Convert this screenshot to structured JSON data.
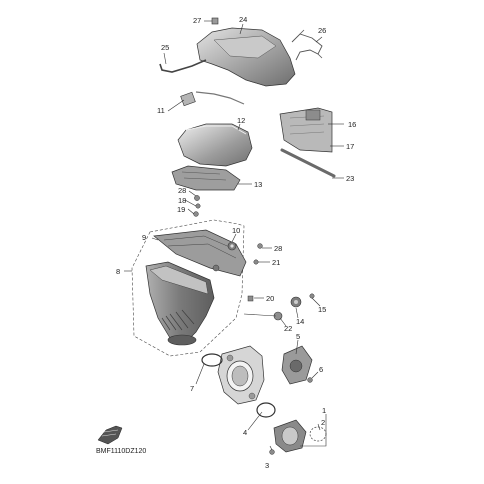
{
  "diagram": {
    "code": "BMF1110DZ120",
    "callouts": [
      "1",
      "2",
      "3",
      "4",
      "5",
      "6",
      "7",
      "8",
      "9",
      "10",
      "11",
      "12",
      "13",
      "14",
      "15",
      "16",
      "17",
      "18",
      "19",
      "20",
      "21",
      "22",
      "23",
      "24",
      "25",
      "26",
      "27",
      "28"
    ]
  },
  "colors": {
    "part_gray": "#8f8f8f",
    "part_light": "#d4d4d4",
    "line": "#333333"
  }
}
